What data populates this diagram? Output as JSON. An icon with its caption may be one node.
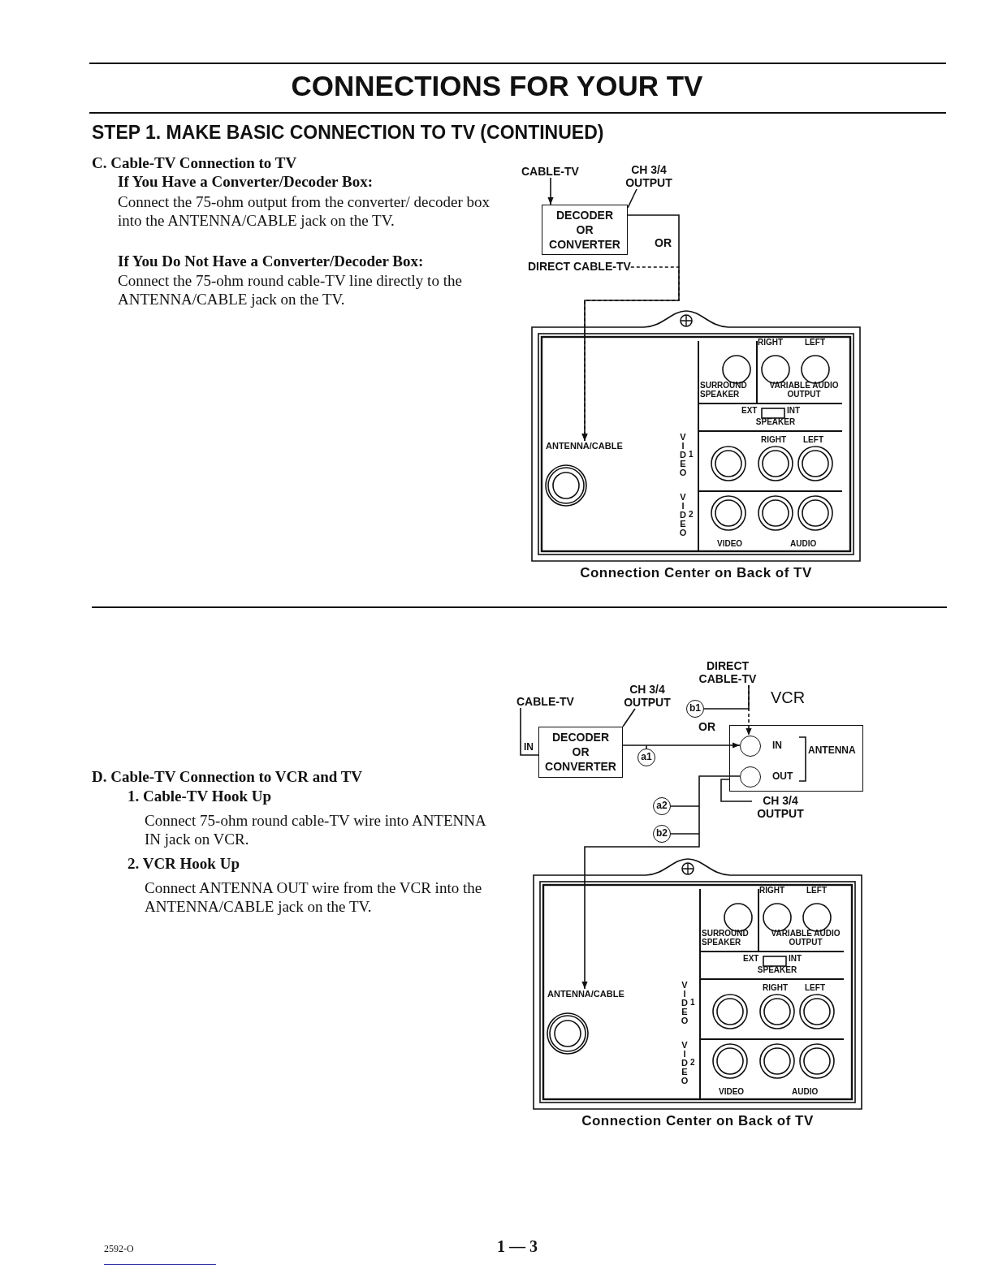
{
  "diagram": {
    "title": "CONNECTIONS FOR YOUR TV",
    "nodes": [
      {
        "text": [
          "CABLE-TV"
        ]
      },
      {
        "text": [
          "CH 3/4 OUTPUT"
        ]
      },
      {
        "text": [
          "DECODER OR CONVERTER"
        ]
      },
      {
        "text": [
          "DIRECT CABLE-TV"
        ]
      },
      {
        "text": [],
        "shape": "box",
        "beside": [
          "Connection Center on Back of TV"
        ]
      },
      {
        "text": [
          "ANTENNA/CABLE"
        ],
        "in": 4
      },
      {
        "text": [
          "CABLE-TV"
        ]
      },
      {
        "text": [
          "CH 3/4 OUTPUT"
        ]
      },
      {
        "text": [
          "DECODER OR CONVERTER"
        ]
      },
      {
        "text": [
          "a1"
        ]
      },
      {
        "text": [
          "DIRECT CABLE-TV"
        ]
      },
      {
        "text": [
          "b1"
        ]
      },
      {
        "text": [
          "VCR"
        ]
      },
      {
        "text": [],
        "shape": "circle",
        "beside": [
          "IN"
        ],
        "in": 12
      },
      {
        "text": [],
        "shape": "circle",
        "beside": [
          "OUT"
        ],
        "in": 12
      },
      {
        "text": [
          "CH 3/4 OUTPUT"
        ]
      },
      {
        "text": [
          "a2"
        ]
      },
      {
        "text": [
          "b2"
        ]
      },
      {
        "text": [],
        "shape": "box",
        "beside": [
          "Connection Center on Back of TV"
        ]
      },
      {
        "text": [
          "ANTENNA/CABLE"
        ],
        "in": 18
      }
    ],
    "edges": [
      {
        "from": 0,
        "to": 2,
        "arrow": "to"
      },
      {
        "from": 1,
        "to": 2,
        "arrow": "none"
      },
      {
        "from": 2,
        "to": 5,
        "arrow": "to"
      },
      {
        "from": 3,
        "to": 5,
        "arrow": "to",
        "style": "dashed"
      },
      {
        "from": 6,
        "to": 8,
        "arrow": "none"
      },
      {
        "from": 7,
        "to": 8,
        "arrow": "none"
      },
      {
        "from": 8,
        "to": 13,
        "arrow": "to"
      },
      {
        "from": 9,
        "to": null,
        "arrow": "none"
      },
      {
        "from": 10,
        "to": 13,
        "arrow": "to",
        "style": "dashed"
      },
      {
        "from": 11,
        "to": 10,
        "arrow": "none"
      },
      {
        "from": 14,
        "to": 19,
        "arrow": "to"
      },
      {
        "from": 15,
        "to": 12,
        "arrow": "none"
      },
      {
        "from": 16,
        "to": null,
        "arrow": "none"
      },
      {
        "from": 17,
        "to": null,
        "arrow": "none"
      }
    ],
    "labels": [
      "STEP 1. MAKE BASIC CONNECTION TO TV (CONTINUED)",
      "C. Cable-TV Connection to TV",
      "If You Have a Converter/Decoder Box:",
      "Connect the 75-ohm output from the converter/ decoder box into the ANTENNA/CABLE jack on the TV.",
      "If You Do Not Have a Converter/Decoder Box:",
      "Connect the 75-ohm round cable-TV line directly to the ANTENNA/CABLE jack on the TV.",
      "OR",
      "RIGHT",
      "LEFT",
      "SURROUND SPEAKER",
      "VARIABLE AUDIO OUTPUT",
      "EXT",
      "INT",
      "SPEAKER",
      "VIDEO",
      "1",
      "RIGHT",
      "LEFT",
      "VIDEO",
      "2",
      "VIDEO",
      "AUDIO",
      "D. Cable-TV Connection to VCR and TV",
      "1. Cable-TV Hook Up",
      "Connect 75-ohm round cable-TV wire into ANTENNA IN jack on VCR.",
      "2. VCR Hook Up",
      "Connect ANTENNA OUT wire from the VCR into the ANTENNA/CABLE jack on the TV.",
      "IN",
      "OR",
      "ANTENNA",
      "RIGHT",
      "LEFT",
      "SURROUND SPEAKER",
      "VARIABLE AUDIO OUTPUT",
      "EXT",
      "INT",
      "SPEAKER",
      "VIDEO",
      "1",
      "RIGHT",
      "LEFT",
      "VIDEO",
      "2",
      "VIDEO",
      "AUDIO",
      "2592-O",
      "1 — 3"
    ]
  }
}
